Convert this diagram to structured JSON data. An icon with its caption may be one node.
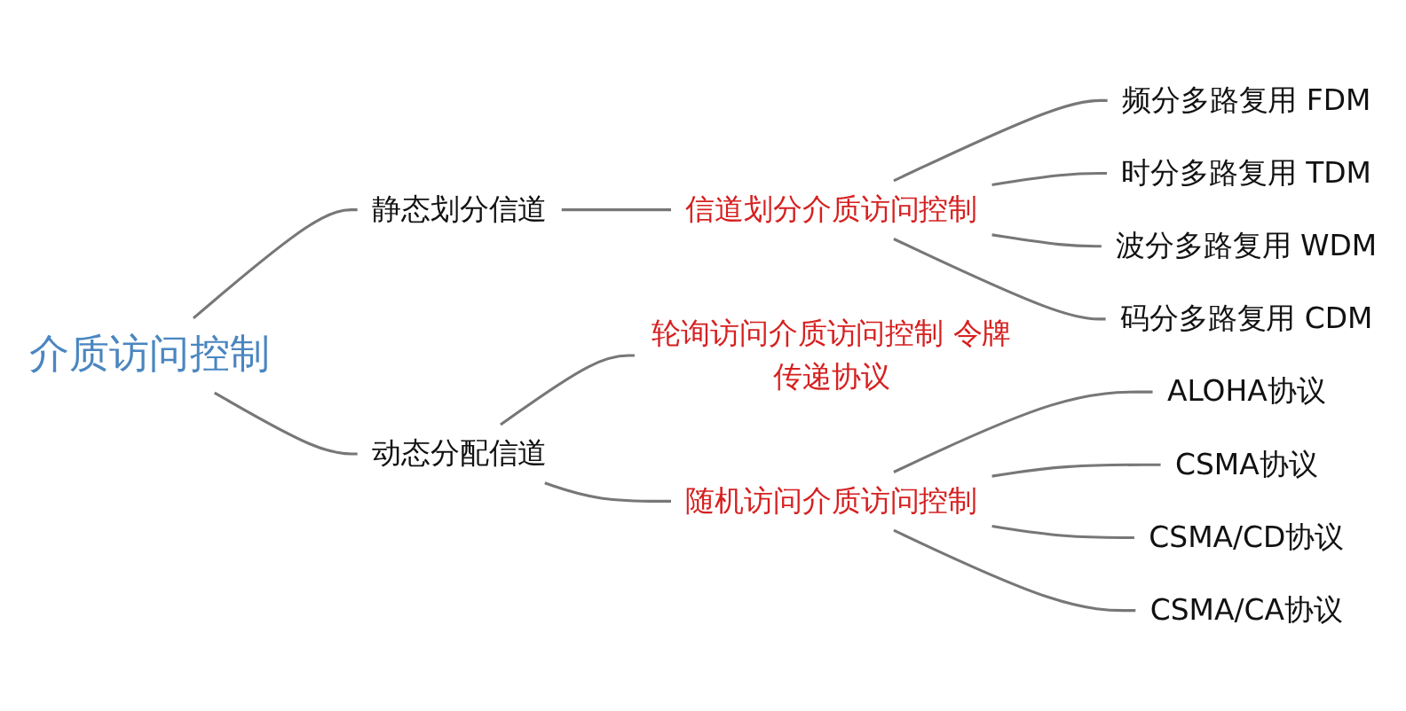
{
  "diagram": {
    "nodes": [
      {
        "text": [
          "介质访问控制"
        ]
      },
      {
        "text": [
          "静态划分信道"
        ]
      },
      {
        "text": [
          "信道划分介质访问控制"
        ]
      },
      {
        "text": [
          "频分多路复用 FDM"
        ]
      },
      {
        "text": [
          "时分多路复用 TDM"
        ]
      },
      {
        "text": [
          "波分多路复用 WDM"
        ]
      },
      {
        "text": [
          "码分多路复用 CDM"
        ]
      },
      {
        "text": [
          "动态分配信道"
        ]
      },
      {
        "text": [
          "轮询访问介质访问控制"
        ],
        "beside": [
          "令牌传递协议"
        ]
      },
      {
        "text": [
          "随机访问介质访问控制"
        ]
      },
      {
        "text": [
          "ALOHA协议"
        ]
      },
      {
        "text": [
          "CSMA协议"
        ]
      },
      {
        "text": [
          "CSMA/CD协议"
        ]
      },
      {
        "text": [
          "CSMA/CA协议"
        ]
      }
    ],
    "edges": [
      {
        "from": 0,
        "to": 1,
        "arrow": "none"
      },
      {
        "from": 0,
        "to": 7,
        "arrow": "none"
      },
      {
        "from": 1,
        "to": 2,
        "arrow": "none"
      },
      {
        "from": 2,
        "to": 3,
        "arrow": "none"
      },
      {
        "from": 2,
        "to": 4,
        "arrow": "none"
      },
      {
        "from": 2,
        "to": 5,
        "arrow": "none"
      },
      {
        "from": 2,
        "to": 6,
        "arrow": "none"
      },
      {
        "from": 7,
        "to": 8,
        "arrow": "none"
      },
      {
        "from": 7,
        "to": 9,
        "arrow": "none"
      },
      {
        "from": 9,
        "to": 10,
        "arrow": "none"
      },
      {
        "from": 9,
        "to": 11,
        "arrow": "none"
      },
      {
        "from": 9,
        "to": 12,
        "arrow": "none"
      },
      {
        "from": 9,
        "to": 13,
        "arrow": "none"
      }
    ]
  }
}
